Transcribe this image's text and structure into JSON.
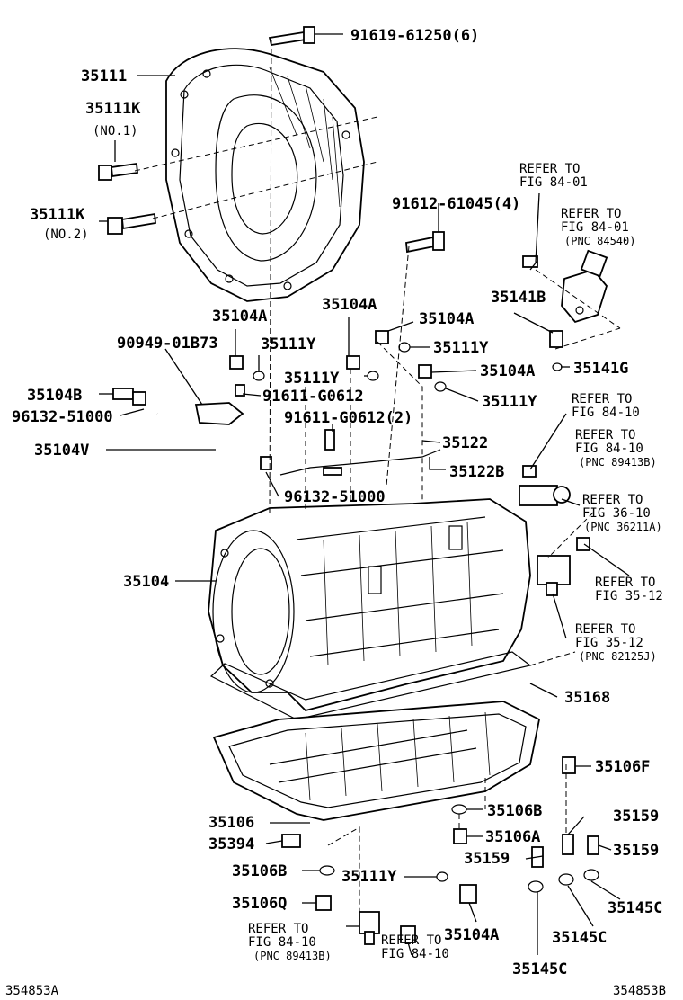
{
  "parts": [
    {
      "id": "p-9161961250",
      "text": "91619-61250(6)"
    },
    {
      "id": "p-35111",
      "text": "35111"
    },
    {
      "id": "p-35111k-1",
      "text": "35111K"
    },
    {
      "id": "p-no1",
      "text": "(NO.1)"
    },
    {
      "id": "p-35111k-2",
      "text": "35111K"
    },
    {
      "id": "p-no2",
      "text": "(NO.2)"
    },
    {
      "id": "p-9161261045",
      "text": "91612-61045(4)"
    },
    {
      "id": "p-35104a-1",
      "text": "35104A"
    },
    {
      "id": "p-35104a-2",
      "text": "35104A"
    },
    {
      "id": "p-35104a-3",
      "text": "35104A"
    },
    {
      "id": "p-9094901b73",
      "text": "90949-01B73"
    },
    {
      "id": "p-35111y-1",
      "text": "35111Y"
    },
    {
      "id": "p-35111y-2",
      "text": "35111Y"
    },
    {
      "id": "p-35111y-3",
      "text": "35111Y"
    },
    {
      "id": "p-35104a-4",
      "text": "35104A"
    },
    {
      "id": "p-35141g",
      "text": "35141G"
    },
    {
      "id": "p-35141b",
      "text": "35141B"
    },
    {
      "id": "p-35111y-4",
      "text": "35111Y"
    },
    {
      "id": "p-35104b",
      "text": "35104B"
    },
    {
      "id": "p-91611g0612",
      "text": "91611-G0612"
    },
    {
      "id": "p-9613251000-1",
      "text": "96132-51000"
    },
    {
      "id": "p-91611g0612-2",
      "text": "91611-G0612(2)"
    },
    {
      "id": "p-35104v",
      "text": "35104V"
    },
    {
      "id": "p-35122",
      "text": "35122"
    },
    {
      "id": "p-35122b",
      "text": "35122B"
    },
    {
      "id": "p-9613251000-2",
      "text": "96132-51000"
    },
    {
      "id": "p-35104",
      "text": "35104"
    },
    {
      "id": "p-35168",
      "text": "35168"
    },
    {
      "id": "p-35106f",
      "text": "35106F"
    },
    {
      "id": "p-35106",
      "text": "35106"
    },
    {
      "id": "p-35106b-1",
      "text": "35106B"
    },
    {
      "id": "p-35159-1",
      "text": "35159"
    },
    {
      "id": "p-35394",
      "text": "35394"
    },
    {
      "id": "p-35106a",
      "text": "35106A"
    },
    {
      "id": "p-35159-2",
      "text": "35159"
    },
    {
      "id": "p-35159-3",
      "text": "35159"
    },
    {
      "id": "p-35106b-2",
      "text": "35106B"
    },
    {
      "id": "p-35111y-5",
      "text": "35111Y"
    },
    {
      "id": "p-35106q",
      "text": "35106Q"
    },
    {
      "id": "p-35145c-1",
      "text": "35145C"
    },
    {
      "id": "p-35145c-2",
      "text": "35145C"
    },
    {
      "id": "p-35104a-5",
      "text": "35104A"
    },
    {
      "id": "p-35145c-3",
      "text": "35145C"
    }
  ],
  "refs": [
    {
      "id": "r-1",
      "lines": [
        "REFER TO",
        "FIG 84-01"
      ]
    },
    {
      "id": "r-2",
      "lines": [
        "REFER TO",
        "FIG 84-01",
        "(PNC 84540)"
      ]
    },
    {
      "id": "r-3",
      "lines": [
        "REFER TO",
        "FIG 84-10"
      ]
    },
    {
      "id": "r-4",
      "lines": [
        "REFER TO",
        "FIG 84-10",
        "(PNC 89413B)"
      ]
    },
    {
      "id": "r-5",
      "lines": [
        "REFER TO",
        "FIG 36-10",
        "(PNC 36211A)"
      ]
    },
    {
      "id": "r-6",
      "lines": [
        "REFER TO",
        "FIG 35-12"
      ]
    },
    {
      "id": "r-7",
      "lines": [
        "REFER TO",
        "FIG 35-12",
        "(PNC 82125J)"
      ]
    },
    {
      "id": "r-8",
      "lines": [
        "REFER TO",
        "FIG 84-10",
        "(PNC 89413B)"
      ]
    },
    {
      "id": "r-9",
      "lines": [
        "REFER TO",
        "FIG 84-10"
      ]
    }
  ],
  "footer": {
    "left": "354853A",
    "right": "354853B"
  }
}
